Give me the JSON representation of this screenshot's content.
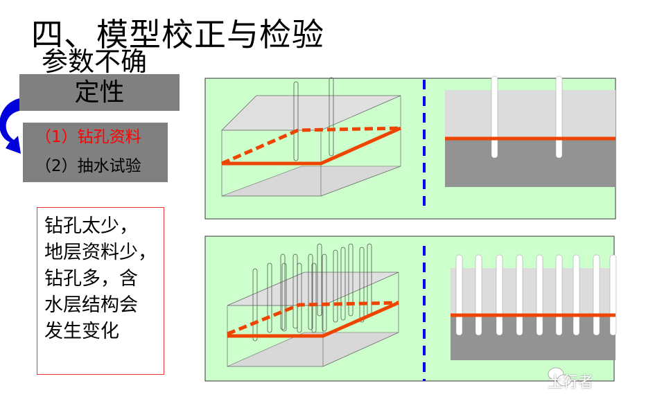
{
  "slide": {
    "title": "四、模型校正与检验",
    "subtitle": "参数不确",
    "category_box": "定性",
    "items": [
      {
        "label": "（1）钻孔资料",
        "color": "#ff0000"
      },
      {
        "label": "（2）抽水试验",
        "color": "#000000"
      }
    ],
    "note_lines": [
      "钻孔太少，",
      "地层资料少，",
      "钻孔多，含",
      "水层结构会",
      "发生变化"
    ],
    "watermark": "土行者"
  },
  "colors": {
    "panel_bg": "#ccffcc",
    "layer_line": "#ee4400",
    "divider": "#0000ee",
    "arrow": "#0000dd"
  }
}
